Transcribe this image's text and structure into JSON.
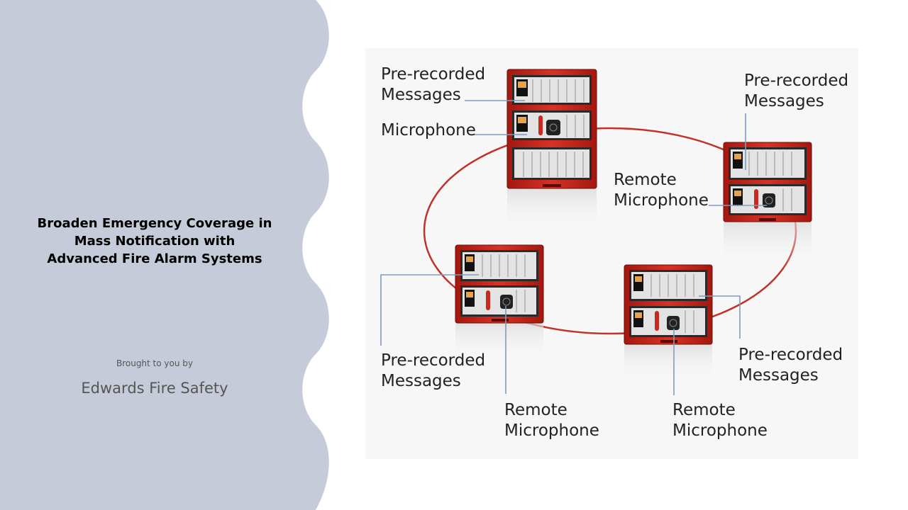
{
  "slide": {
    "title_lines": [
      "Broaden Emergency Coverage in",
      "Mass Notification with",
      "Advanced Fire Alarm Systems"
    ],
    "brought_to_you_by": "Brought to you by",
    "company": "Edwards Fire Safety"
  },
  "colors": {
    "left_panel": "#c5cbd8",
    "panel_red": "#c8281e",
    "loop_red": "#c0322a",
    "leader_blue": "#7f9cc0"
  },
  "diagram": {
    "panel_top_left": {
      "label_prerecorded": [
        "Pre-recorded",
        "Messages"
      ],
      "label_microphone": "Microphone"
    },
    "panel_right": {
      "label_prerecorded": [
        "Pre-recorded",
        "Messages"
      ],
      "label_remote": [
        "Remote",
        "Microphone"
      ]
    },
    "panel_bottom_left": {
      "label_prerecorded": [
        "Pre-recorded",
        "Messages"
      ],
      "label_remote": [
        "Remote",
        "Microphone"
      ]
    },
    "panel_bottom_middle": {
      "label_prerecorded": [
        "Pre-recorded",
        "Messages"
      ],
      "label_remote": [
        "Remote",
        "Microphone"
      ]
    }
  }
}
